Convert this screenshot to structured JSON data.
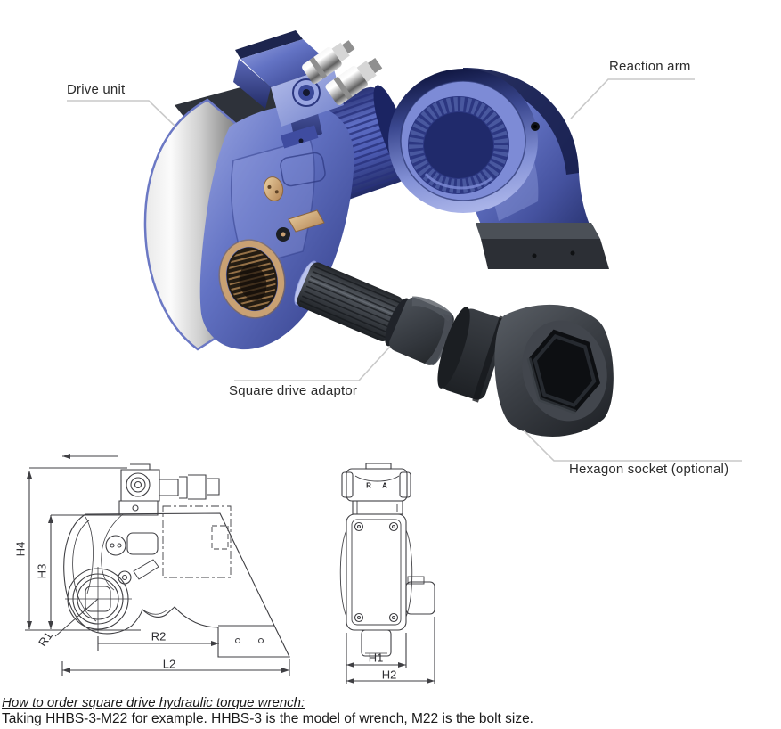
{
  "part_labels": {
    "drive_unit": "Drive unit",
    "reaction_arm": "Reaction arm",
    "square_drive_adaptor": "Square drive adaptor",
    "hexagon_socket": "Hexagon socket (optional)"
  },
  "technical_drawings": {
    "side_view": {
      "dim_labels": {
        "h4": "H4",
        "h3": "H3",
        "r1": "R1",
        "r2": "R2",
        "l2": "L2"
      }
    },
    "front_view": {
      "dim_labels": {
        "h1": "H1",
        "h2": "H2"
      },
      "stamp": {
        "left": "R",
        "right": "A"
      }
    }
  },
  "footer": {
    "heading": "How to order square drive hydraulic torque wrench:",
    "body": "Taking HHBS-3-M22 for example. HHBS-3 is the model of wrench, M22 is the bolt size."
  },
  "colors": {
    "body_blue_light": "#9aa6e2",
    "body_blue_mid": "#5264b8",
    "body_blue_dark": "#2c3880",
    "brass": "#c9a173",
    "silver": "#d8d8d8",
    "steel_dark": "#3a3e44",
    "leader_line": "#c9c9c9",
    "drawing_line": "#3f3f43",
    "label_text": "#2b2b2b"
  }
}
